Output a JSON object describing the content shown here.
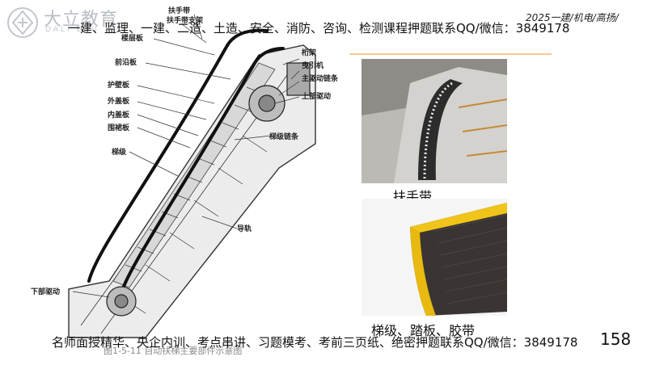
{
  "header": {
    "logo_cn": "大立教育",
    "logo_en": "DALI EDU",
    "banner": "一建、监理、一建、二造、土造、安全、消防、咨询、检测课程押题联系QQ/微信：3849178",
    "course_tag": "2025一建/机电/高扬/",
    "accent": "#f4c98f"
  },
  "diagram": {
    "labels": {
      "handrail_bracket": "扶手带支架",
      "handrail": "扶手带",
      "floor_plate": "楼层板",
      "front_edge_plate": "前沿板",
      "guard_plate": "护壁板",
      "outer_cover": "外盖板",
      "inner_cover": "内盖板",
      "skirt_panel": "围裙板",
      "step": "梯级",
      "truss": "桁架",
      "traction_machine": "曳引机",
      "main_drive_chain": "主驱动链条",
      "upper_drive": "上部驱动",
      "step_chain": "梯级链条",
      "guide_rail": "导轨",
      "lower_drive": "下部驱动"
    }
  },
  "figure_caption": "图1-5-11  自动扶梯主要部件示意图",
  "photos": {
    "handrail_caption": "扶手带",
    "step_caption": "梯级、踏板、胶带"
  },
  "footer": {
    "banner": "名师面授精华、央企内训、考点串讲、习题模考、考前三页纸、绝密押题联系QQ/微信：3849178",
    "page_number": "158"
  }
}
